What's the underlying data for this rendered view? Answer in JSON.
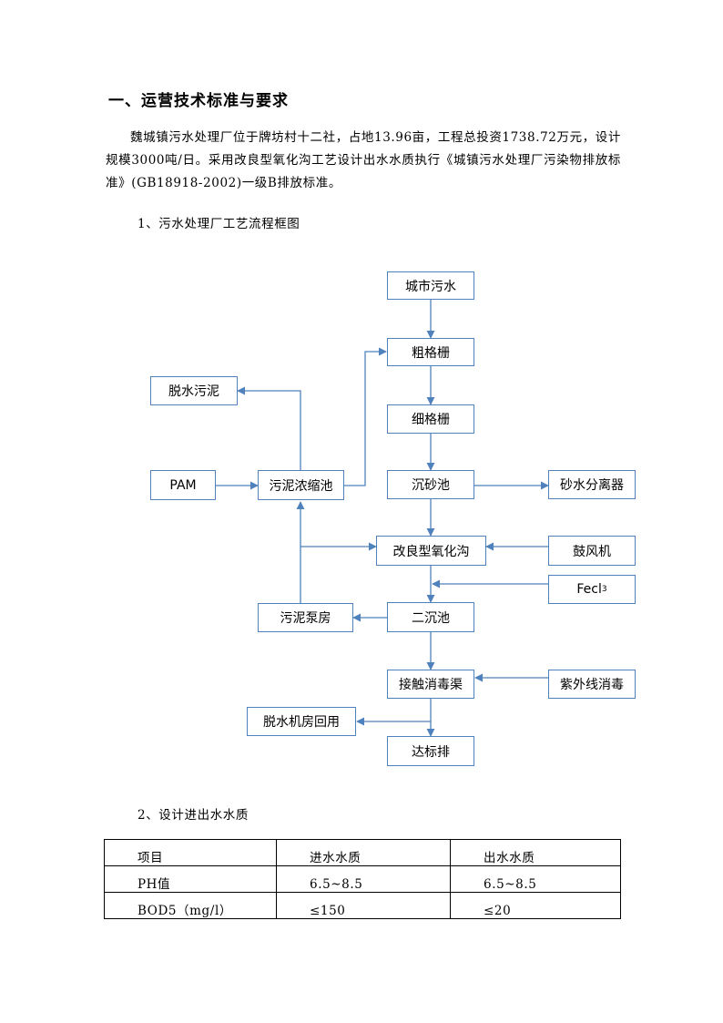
{
  "heading": "一、运营技术标准与要求",
  "paragraph": "魏城镇污水处理厂位于牌坊村十二社，占地13.96亩，工程总投资1738.72万元，设计规模3000吨/日。采用改良型氧化沟工艺设计出水水质执行《城镇污水处理厂污染物排放标准》(GB18918-2002)一级B排放标准。",
  "section1_title": "1、污水处理厂工艺流程框图",
  "flowchart": {
    "city_sewage": "城市污水",
    "coarse_screen": "粗格栅",
    "fine_screen": "细格栅",
    "grit_chamber": "沉砂池",
    "sand_separator": "砂水分离器",
    "oxidation_ditch": "改良型氧化沟",
    "blower": "鼓风机",
    "fecl3_base": "Fecl",
    "fecl3_sub": "3",
    "secondary_clarifier": "二沉池",
    "sludge_pump_house": "污泥泵房",
    "sludge_thickener": "污泥浓缩池",
    "pam": "PAM",
    "dewatered_sludge": "脱水污泥",
    "contact_disinfection": "接触消毒渠",
    "uv_disinfection": "紫外线消毒",
    "dewatering_reuse": "脱水机房回用",
    "discharge": "达标排"
  },
  "section2_title": "2、设计进出水水质",
  "table": {
    "header": [
      "项目",
      "进水水质",
      "出水水质"
    ],
    "rows": [
      [
        "PH值",
        "6.5~8.5",
        "6.5~8.5"
      ],
      [
        "BOD5（mg/l）",
        "≤150",
        "≤20"
      ]
    ]
  },
  "colors": {
    "flow_line": "#4f81bd"
  }
}
